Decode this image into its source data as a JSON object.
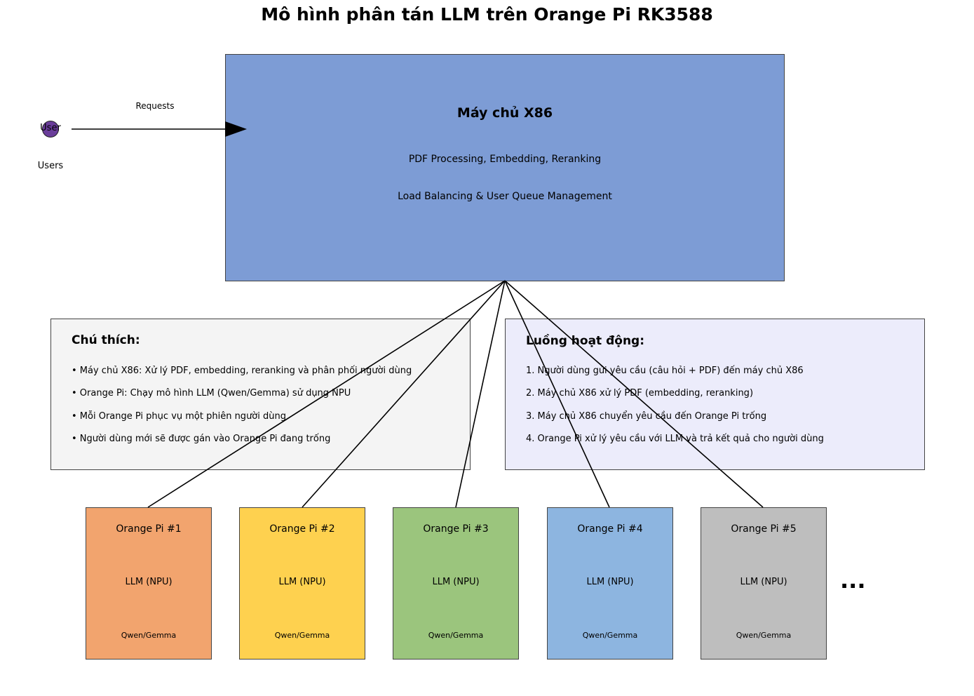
{
  "title": "Mô hình phân tán LLM trên Orange Pi RK3588",
  "user": {
    "icon_label": "User",
    "group_label": "Users",
    "arrow_label": "Requests"
  },
  "server": {
    "title": "Máy chủ X86",
    "lines": [
      "PDF Processing, Embedding, Reranking",
      "Load Balancing & User Queue Management"
    ],
    "color": "#7d9cd5"
  },
  "legend": {
    "title": "Chú thích:",
    "items": [
      "• Máy chủ X86: Xử lý PDF, embedding, reranking và phân phối người dùng",
      "• Orange Pi: Chạy mô hình LLM (Qwen/Gemma) sử dụng NPU",
      "• Mỗi Orange Pi phục vụ một phiên người dùng",
      "• Người dùng mới sẽ được gán vào Orange Pi đang trống"
    ],
    "color": "#f4f4f4"
  },
  "flow": {
    "title": "Luồng hoạt động:",
    "items": [
      "1. Người dùng gửi yêu cầu (câu hỏi + PDF) đến máy chủ X86",
      "2. Máy chủ X86 xử lý PDF (embedding, reranking)",
      "3. Máy chủ X86 chuyển yêu cầu đến Orange Pi trống",
      "4. Orange Pi xử lý yêu cầu với LLM và trả kết quả cho người dùng"
    ],
    "color": "#ececfb"
  },
  "nodes": [
    {
      "name": "Orange Pi #1",
      "llm": "LLM (NPU)",
      "model": "Qwen/Gemma",
      "color": "#f2a46e"
    },
    {
      "name": "Orange Pi #2",
      "llm": "LLM (NPU)",
      "model": "Qwen/Gemma",
      "color": "#fed14f"
    },
    {
      "name": "Orange Pi #3",
      "llm": "LLM (NPU)",
      "model": "Qwen/Gemma",
      "color": "#9bc57d"
    },
    {
      "name": "Orange Pi #4",
      "llm": "LLM (NPU)",
      "model": "Qwen/Gemma",
      "color": "#8db5e0"
    },
    {
      "name": "Orange Pi #5",
      "llm": "LLM (NPU)",
      "model": "Qwen/Gemma",
      "color": "#bebebe"
    }
  ],
  "more_indicator": "..."
}
